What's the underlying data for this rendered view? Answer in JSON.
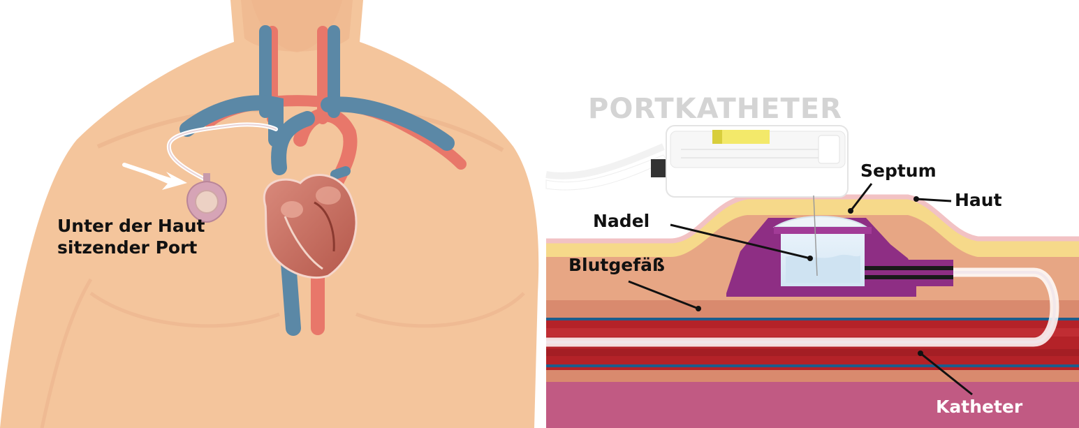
{
  "labels": {
    "port_line1": "Unter der Haut",
    "port_line2": "sitzender Port",
    "title": "PORTKATHETER",
    "nadel": "Nadel",
    "blutgefaess": "Blutgefäß",
    "septum": "Septum",
    "haut": "Haut",
    "katheter": "Katheter"
  },
  "colors": {
    "skin": "#f4c59c",
    "vein": "#5b88a6",
    "artery": "#e8776a",
    "port_body": "#8e2e84",
    "blood_vessel": "#b42228",
    "fat_layer": "#f6d98a",
    "muscle_bottom": "#c15a83"
  },
  "icons": [
    "arrow-icon",
    "port-icon",
    "heart-icon",
    "needle-icon"
  ]
}
